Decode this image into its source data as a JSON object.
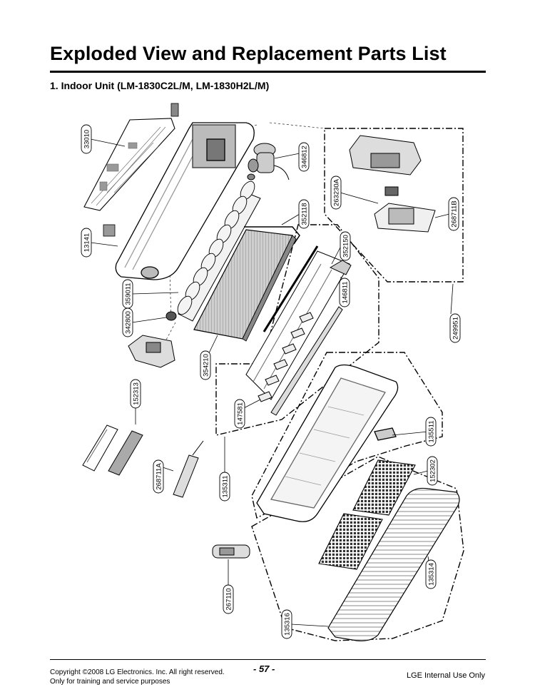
{
  "header": {
    "title": "Exploded View and Replacement Parts List",
    "subtitle": "1. Indoor Unit (LM-1830C2L/M, LM-1830H2L/M)"
  },
  "parts": [
    {
      "id": "p-33010",
      "code": "33010"
    },
    {
      "id": "p-13141",
      "code": "13141"
    },
    {
      "id": "p-359011",
      "code": "359011"
    },
    {
      "id": "p-342800",
      "code": "342800"
    },
    {
      "id": "p-152313",
      "code": "152313"
    },
    {
      "id": "p-268711a",
      "code": "268711A"
    },
    {
      "id": "p-346812",
      "code": "346812"
    },
    {
      "id": "p-352118",
      "code": "352118"
    },
    {
      "id": "p-263230a",
      "code": "263230A"
    },
    {
      "id": "p-268711b",
      "code": "268711B"
    },
    {
      "id": "p-352150",
      "code": "352150"
    },
    {
      "id": "p-146811",
      "code": "146811"
    },
    {
      "id": "p-249951",
      "code": "249951"
    },
    {
      "id": "p-354210",
      "code": "354210"
    },
    {
      "id": "p-147581",
      "code": "147581"
    },
    {
      "id": "p-135311",
      "code": "135311"
    },
    {
      "id": "p-135511",
      "code": "135511"
    },
    {
      "id": "p-152302",
      "code": "152302"
    },
    {
      "id": "p-267110",
      "code": "267110"
    },
    {
      "id": "p-135314",
      "code": "135314"
    },
    {
      "id": "p-135316",
      "code": "135316"
    }
  ],
  "footer": {
    "copyright_line1": "Copyright ©2008 LG Electronics. Inc. All right reserved.",
    "copyright_line2": "Only for training and service purposes",
    "page_number": "- 57 -",
    "internal": "LGE Internal Use Only"
  }
}
